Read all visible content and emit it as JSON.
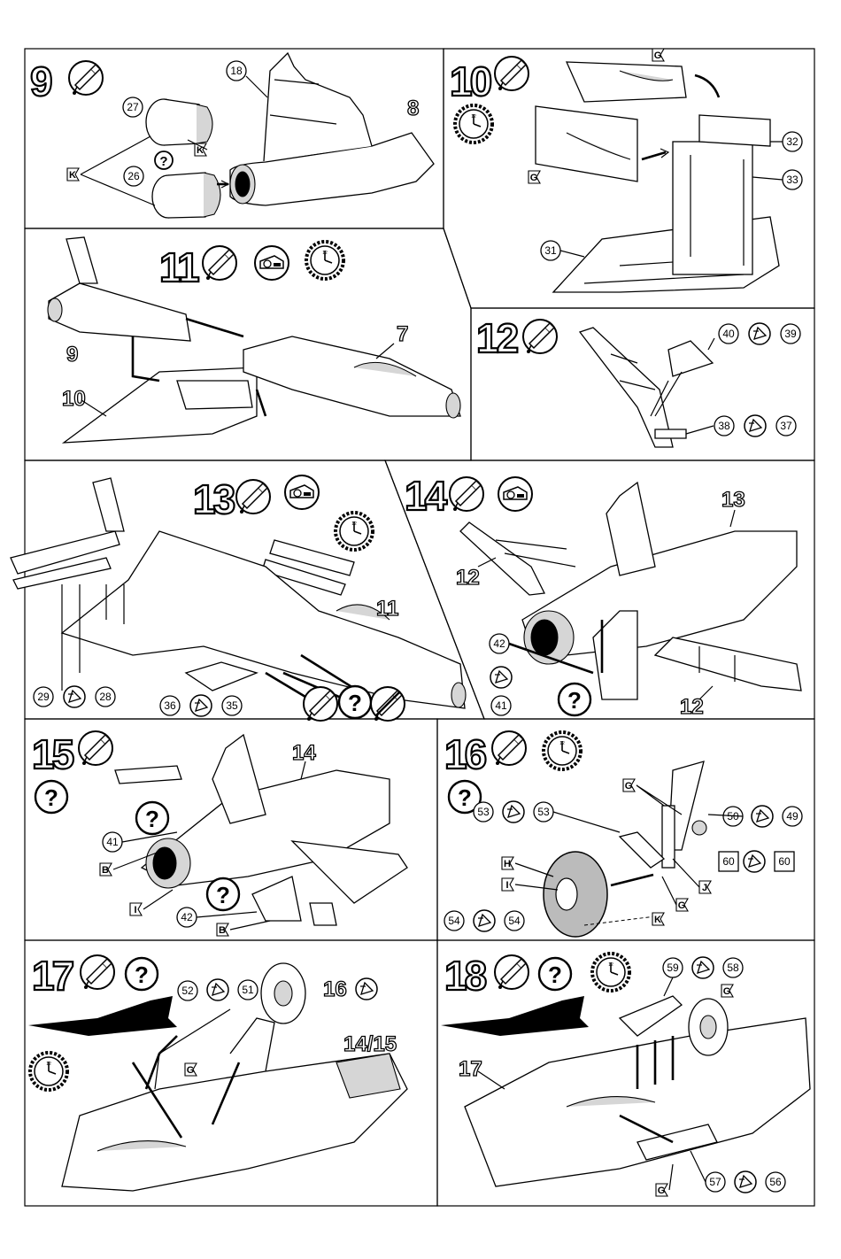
{
  "steps": {
    "s9": {
      "number": "9",
      "parts": [
        "27",
        "26",
        "18"
      ],
      "assembly": "8",
      "codes": [
        "K",
        "K"
      ]
    },
    "s10": {
      "number": "10",
      "parts": [
        "32",
        "33",
        "31"
      ],
      "codes": [
        "G",
        "G"
      ]
    },
    "s11": {
      "number": "11",
      "assemblies": [
        "9",
        "10",
        "7"
      ]
    },
    "s12": {
      "number": "12",
      "parts": [
        "40",
        "39",
        "38",
        "37"
      ]
    },
    "s13": {
      "number": "13",
      "parts": [
        "29",
        "28",
        "36",
        "35"
      ],
      "assembly": "11"
    },
    "s14": {
      "number": "14",
      "parts": [
        "42",
        "41"
      ],
      "assemblies": [
        "13",
        "12",
        "12"
      ]
    },
    "s15": {
      "number": "15",
      "parts": [
        "41",
        "42"
      ],
      "assembly": "14",
      "codes": [
        "B",
        "I",
        "B"
      ]
    },
    "s16": {
      "number": "16",
      "parts": [
        "53",
        "53",
        "50",
        "49",
        "54",
        "54"
      ],
      "decals": [
        "60",
        "60"
      ],
      "codes": [
        "G",
        "H",
        "I",
        "J",
        "G",
        "K"
      ]
    },
    "s17": {
      "number": "17",
      "parts": [
        "52",
        "51"
      ],
      "assemblies": [
        "16",
        "14/15"
      ],
      "codes": [
        "G"
      ]
    },
    "s18": {
      "number": "18",
      "parts": [
        "59",
        "58",
        "57",
        "56"
      ],
      "assembly": "17",
      "codes": [
        "G",
        "G"
      ]
    }
  },
  "question_mark": "?",
  "icons": [
    "glue-tube-icon",
    "tape-icon",
    "clock-drying-icon",
    "question-icon",
    "mirror-part-icon",
    "no-glue-icon"
  ],
  "colors": {
    "ink": "#000000",
    "paper": "#ffffff",
    "tone": "#d6d6d6"
  }
}
